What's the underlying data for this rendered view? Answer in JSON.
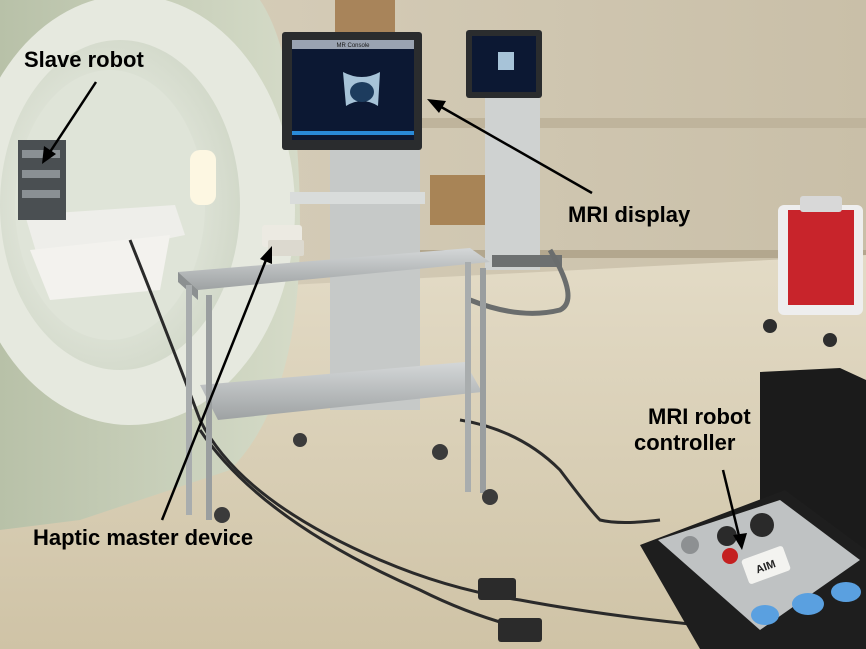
{
  "labels": {
    "slave_robot": "Slave robot",
    "mri_display": "MRI display",
    "mri_robot_controller_line1": "MRI robot",
    "mri_robot_controller_line2": "controller",
    "haptic_master_device": "Haptic master device"
  },
  "monitor_text": {
    "title_bar": "MR Console"
  },
  "controller_logo": "AIM",
  "colors": {
    "floor": "#d9cfb6",
    "wall": "#cfc6b0",
    "scanner_shell": "#c9cfb9",
    "bore_inner": "#ecefe6",
    "steel": "#b9bcbd",
    "monitor_screen": "#0c1833",
    "sharps_container": "#c8242b",
    "case_black": "#1b1b1b",
    "label_text": "#000000"
  }
}
